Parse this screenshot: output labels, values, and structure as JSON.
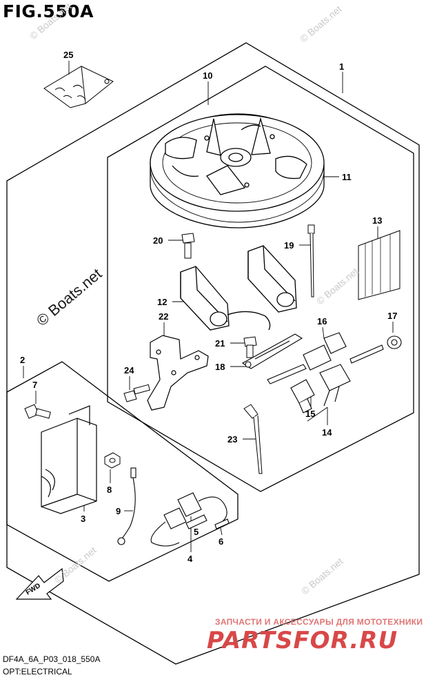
{
  "figure_title": "FIG.550A",
  "drawing_code": "DF4A_6A_P03_018_550A",
  "subtitle": "OPT:ELECTRICAL",
  "fwd_label": "FWD",
  "watermarks": {
    "main": "© Boats.net",
    "small": "© Boats.net"
  },
  "ad": {
    "line": "ЗАПЧАСТИ И АКСЕССУАРЫ ДЛЯ МОТОТЕХНИКИ",
    "logo": "PARTSFOR.RU",
    "color": "#d84848"
  },
  "callouts": {
    "c1": "1",
    "c2": "2",
    "c3": "3",
    "c4": "4",
    "c5": "5",
    "c6": "6",
    "c7": "7",
    "c8": "8",
    "c9": "9",
    "c10": "10",
    "c11": "11",
    "c12": "12",
    "c13": "13",
    "c14": "14",
    "c15": "15",
    "c16": "16",
    "c17": "17",
    "c18": "18",
    "c19": "19",
    "c20": "20",
    "c21": "21",
    "c22": "22",
    "c23": "23",
    "c24": "24",
    "c25": "25"
  }
}
